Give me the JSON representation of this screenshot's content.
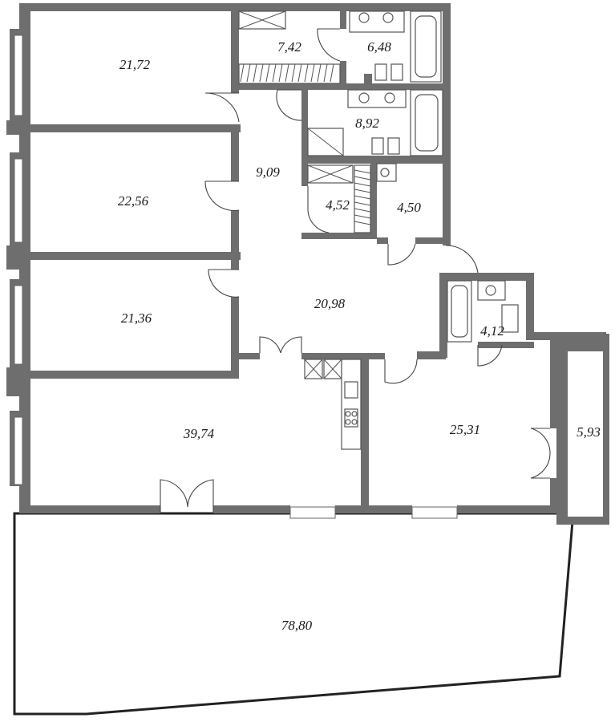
{
  "colors": {
    "wall": "#6e6e6e",
    "background": "#ffffff",
    "ink": "#1a1a1a"
  },
  "rooms": [
    {
      "id": "bedroom-top",
      "area": "21,72"
    },
    {
      "id": "wardrobe",
      "area": "7,42"
    },
    {
      "id": "bathroom-1",
      "area": "6,48"
    },
    {
      "id": "bathroom-2",
      "area": "8,92"
    },
    {
      "id": "corridor",
      "area": "9,09"
    },
    {
      "id": "bedroom-middle",
      "area": "22,56"
    },
    {
      "id": "storage",
      "area": "4,52"
    },
    {
      "id": "laundry",
      "area": "4,50"
    },
    {
      "id": "bedroom-lower",
      "area": "21,36"
    },
    {
      "id": "hall",
      "area": "20,98"
    },
    {
      "id": "bathroom-3",
      "area": "4,12"
    },
    {
      "id": "living-kitchen",
      "area": "39,74"
    },
    {
      "id": "bedroom-right",
      "area": "25,31"
    },
    {
      "id": "balcony",
      "area": "5,93"
    },
    {
      "id": "terrace",
      "area": "78,80"
    }
  ]
}
